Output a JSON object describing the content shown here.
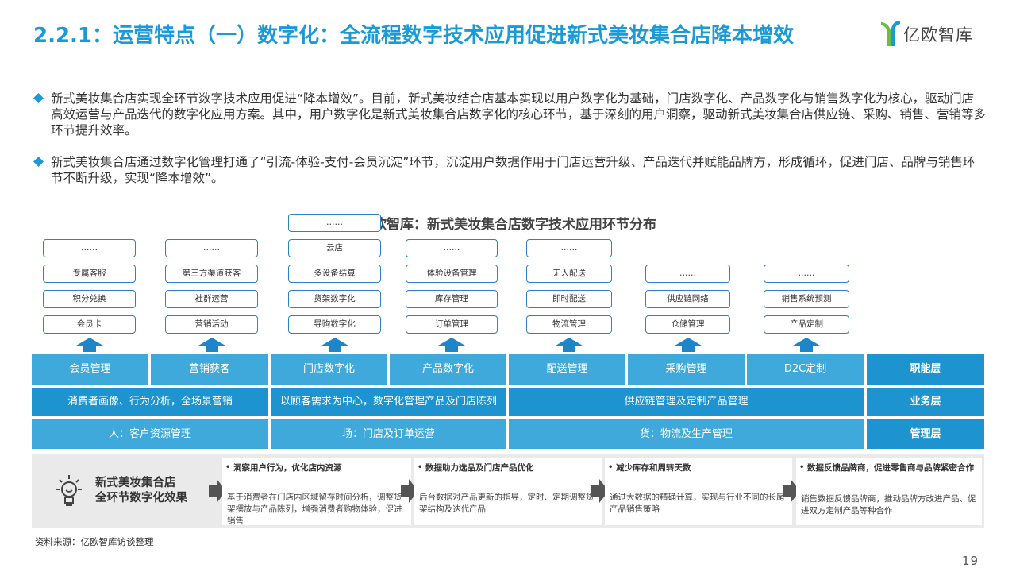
{
  "title": "2.2.1：运营特点（一）数字化：全流程数字技术应用促进新式美妆集合店降本增效",
  "logo": {
    "text": "亿欧智库",
    "icon": "yiou-logo-icon"
  },
  "bullets": [
    "新式美妆集合店实现全环节数字技术应用促进“降本增效”。目前，新式美妆结合店基本实现以用户数字化为基础，门店数字化、产品数字化与销售数字化为核心，驱动门店高效运营与产品迭代的数字化应用方案。其中，用户数字化是新式美妆集合店数字化的核心环节，基于深刻的用户洞察，驱动新式美妆集合店供应链、采购、销售、营销等多环节提升效率。",
    "新式美妆集合店通过数字化管理打通了“引流-体验-支付-会员沉淀”环节，沉淀用户数据作用于门店运营升级、产品迭代并赋能品牌方，形成循环，促进门店、品牌与销售环节不断升级，实现“降本增效”。"
  ],
  "chart_title": "亿欧智库：新式美妆集合店数字技术应用环节分布",
  "columns": [
    {
      "items": [
        "……",
        "专属客服",
        "积分兑换",
        "会员卡"
      ]
    },
    {
      "items": [
        "……",
        "第三方渠道获客",
        "社群运营",
        "营销活动"
      ]
    },
    {
      "items": [
        "……",
        "云店",
        "多设备结算",
        "货架数字化",
        "导购数字化"
      ]
    },
    {
      "items": [
        "……",
        "体验设备管理",
        "库存管理",
        "订单管理"
      ]
    },
    {
      "items": [
        "……",
        "无人配送",
        "即时配送",
        "物流管理"
      ]
    },
    {
      "items": [
        "……",
        "供应链网络",
        "仓储管理"
      ]
    },
    {
      "items": [
        "……",
        "销售系统预测",
        "产品定制"
      ]
    }
  ],
  "row1": [
    "会员管理",
    "营销获客",
    "门店数字化",
    "产品数字化",
    "配送管理",
    "采购管理",
    "D2C定制",
    "职能层"
  ],
  "row2": [
    "消费者画像、行为分析，全场景营销",
    "以顾客需求为中心，数字化管理产品及门店陈列",
    "供应链管理及定制产品管理",
    "业务层"
  ],
  "row3": [
    "人：客户资源管理",
    "场：门店及订单运营",
    "货：物流及生产管理",
    "管理层"
  ],
  "effect": {
    "title_line1": "新式美妆集合店",
    "title_line2": "全环节数字化效果",
    "panels": [
      {
        "head": "洞察用户行为，优化店内资源",
        "body": "基于消费者在门店内区域留存时间分析，调整货架摆放与产品陈列，增强消费者购物体验，促进销售"
      },
      {
        "head": "数据助力选品及门店产品优化",
        "body": "后台数据对产品更新的指导，定时、定期调整货架结构及迭代产品"
      },
      {
        "head": "减少库存和周转天数",
        "body": "通过大数据的精确计算，实现与行业不同的长尾产品销售策略"
      },
      {
        "head": "数据反馈品牌商，促进零售商与品牌紧密合作",
        "body": "销售数据反馈品牌商，推动品牌方改进产品、促进双方定制产品等种合作"
      }
    ]
  },
  "bullet_marker": "•",
  "source": "资料来源：亿欧智库访谈整理",
  "page_number": "19",
  "colors": {
    "title": "#1A9AD6",
    "bar_light": "#3FA9DB",
    "bar_dark": "#1D94CF",
    "box_border": "#2A84C2",
    "arrow": "#1E86C8",
    "logo_green": "#6BBE45",
    "logo_blue": "#1A9AD6",
    "effect_bg": "#EAEAEA",
    "step_arrow": "#555555"
  }
}
